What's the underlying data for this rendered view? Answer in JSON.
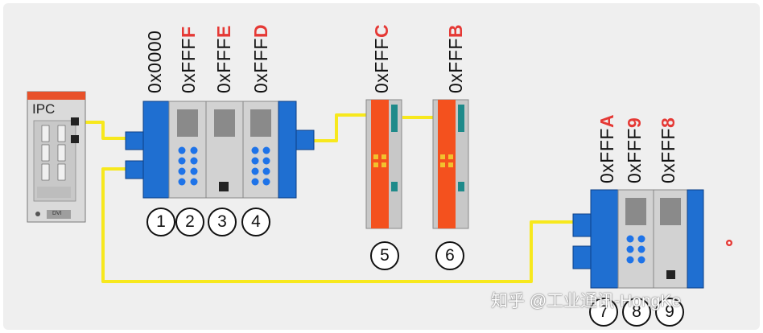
{
  "ipc": {
    "label": "IPC",
    "port_label": "DVI"
  },
  "addresses": [
    {
      "prefix": "0x0000",
      "highlight": ""
    },
    {
      "prefix": "0xFFF",
      "highlight": "F"
    },
    {
      "prefix": "0xFFF",
      "highlight": "E"
    },
    {
      "prefix": "0xFFF",
      "highlight": "D"
    },
    {
      "prefix": "0xFFF",
      "highlight": "C"
    },
    {
      "prefix": "0xFFF",
      "highlight": "B"
    },
    {
      "prefix": "0xFFF",
      "highlight": "A"
    },
    {
      "prefix": "0xFFF",
      "highlight": "9"
    },
    {
      "prefix": "0xFFF",
      "highlight": "8"
    }
  ],
  "positions": [
    "1",
    "2",
    "3",
    "4",
    "5",
    "6",
    "7",
    "8",
    "9"
  ],
  "watermark": "知乎 @工业通讯-HongKe",
  "colors": {
    "cable": "#f7e81d",
    "coupler": "#1f6fd1",
    "module_red": "#f4511e",
    "terminal_grey": "#d2d2d2",
    "highlight": "#e53935"
  }
}
